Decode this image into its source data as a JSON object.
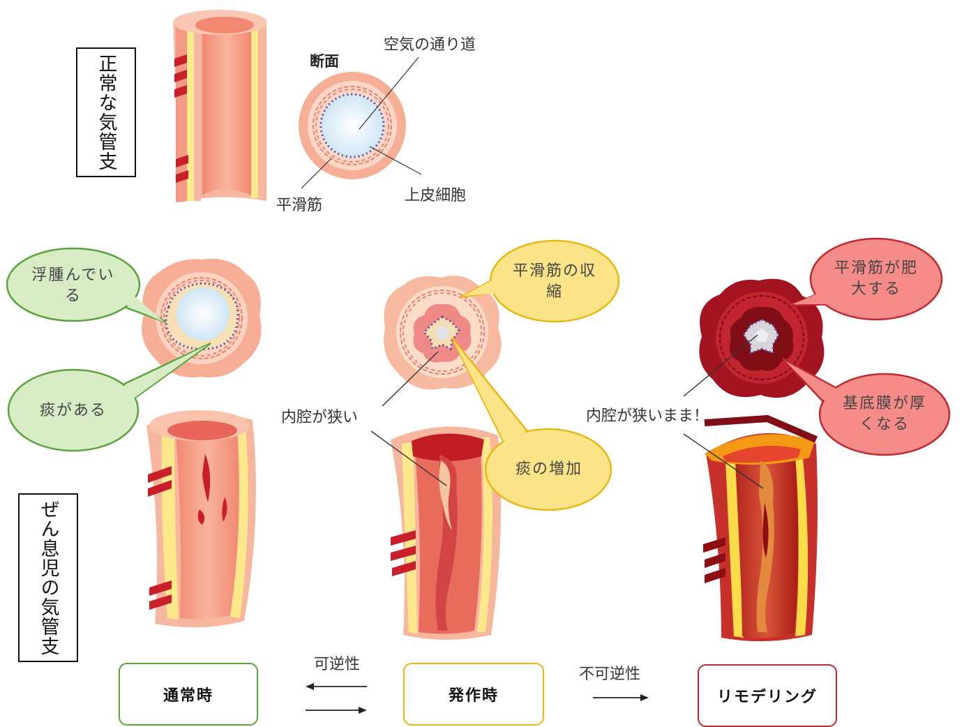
{
  "normal": {
    "title": "正常な気管支",
    "cross_section_title": "断面",
    "label_airway": "空気の通り道",
    "label_smooth_muscle": "平滑筋",
    "label_epithelium": "上皮細胞"
  },
  "asthma": {
    "title": "ぜん息児の気管支",
    "bubble_edema": "浮腫んでいる",
    "bubble_phlegm": "痰がある",
    "bubble_contraction": "平滑筋の収縮",
    "bubble_phlegm_increase": "痰の増加",
    "bubble_hypertrophy": "平滑筋が肥大する",
    "bubble_membrane": "基底膜が厚くなる",
    "label_narrow": "内腔が狭い",
    "label_still_narrow": "内腔が狭いまま！"
  },
  "stages": {
    "normal": "通常時",
    "attack": "発作時",
    "remodeling": "リモデリング",
    "reversible": "可逆性",
    "irreversible": "不可逆性"
  },
  "colors": {
    "green": "#5aa33a",
    "green_fill": "#d7ecc5",
    "yellow": "#e8b713",
    "yellow_fill": "#fbe487",
    "red": "#c0282f",
    "red_fill": "#f58c8a",
    "tissue": "#f5a68c",
    "dark_red": "#a3101e"
  }
}
